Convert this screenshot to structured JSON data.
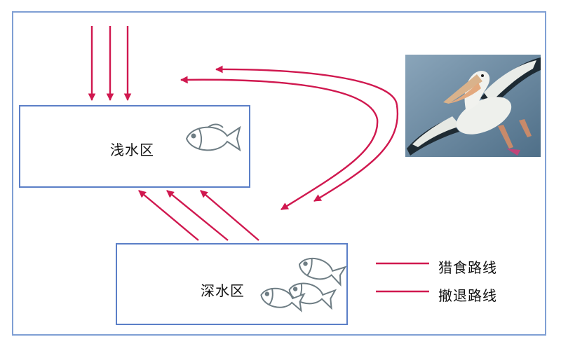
{
  "zones": {
    "shallow": "浅水区",
    "deep": "深水区"
  },
  "legend": {
    "predation": "猎食路线",
    "retreat": "撤退路线"
  },
  "colors": {
    "route": "#d0184f",
    "zone_border": "#5b7fc7",
    "frame_border": "#7f9fd4",
    "fish_stroke": "#6e7d84",
    "fish_body": "#ffffff",
    "sky": "#6e8aa0"
  },
  "icons": {
    "fish": "fish-icon",
    "bird": "pelican-photo"
  }
}
